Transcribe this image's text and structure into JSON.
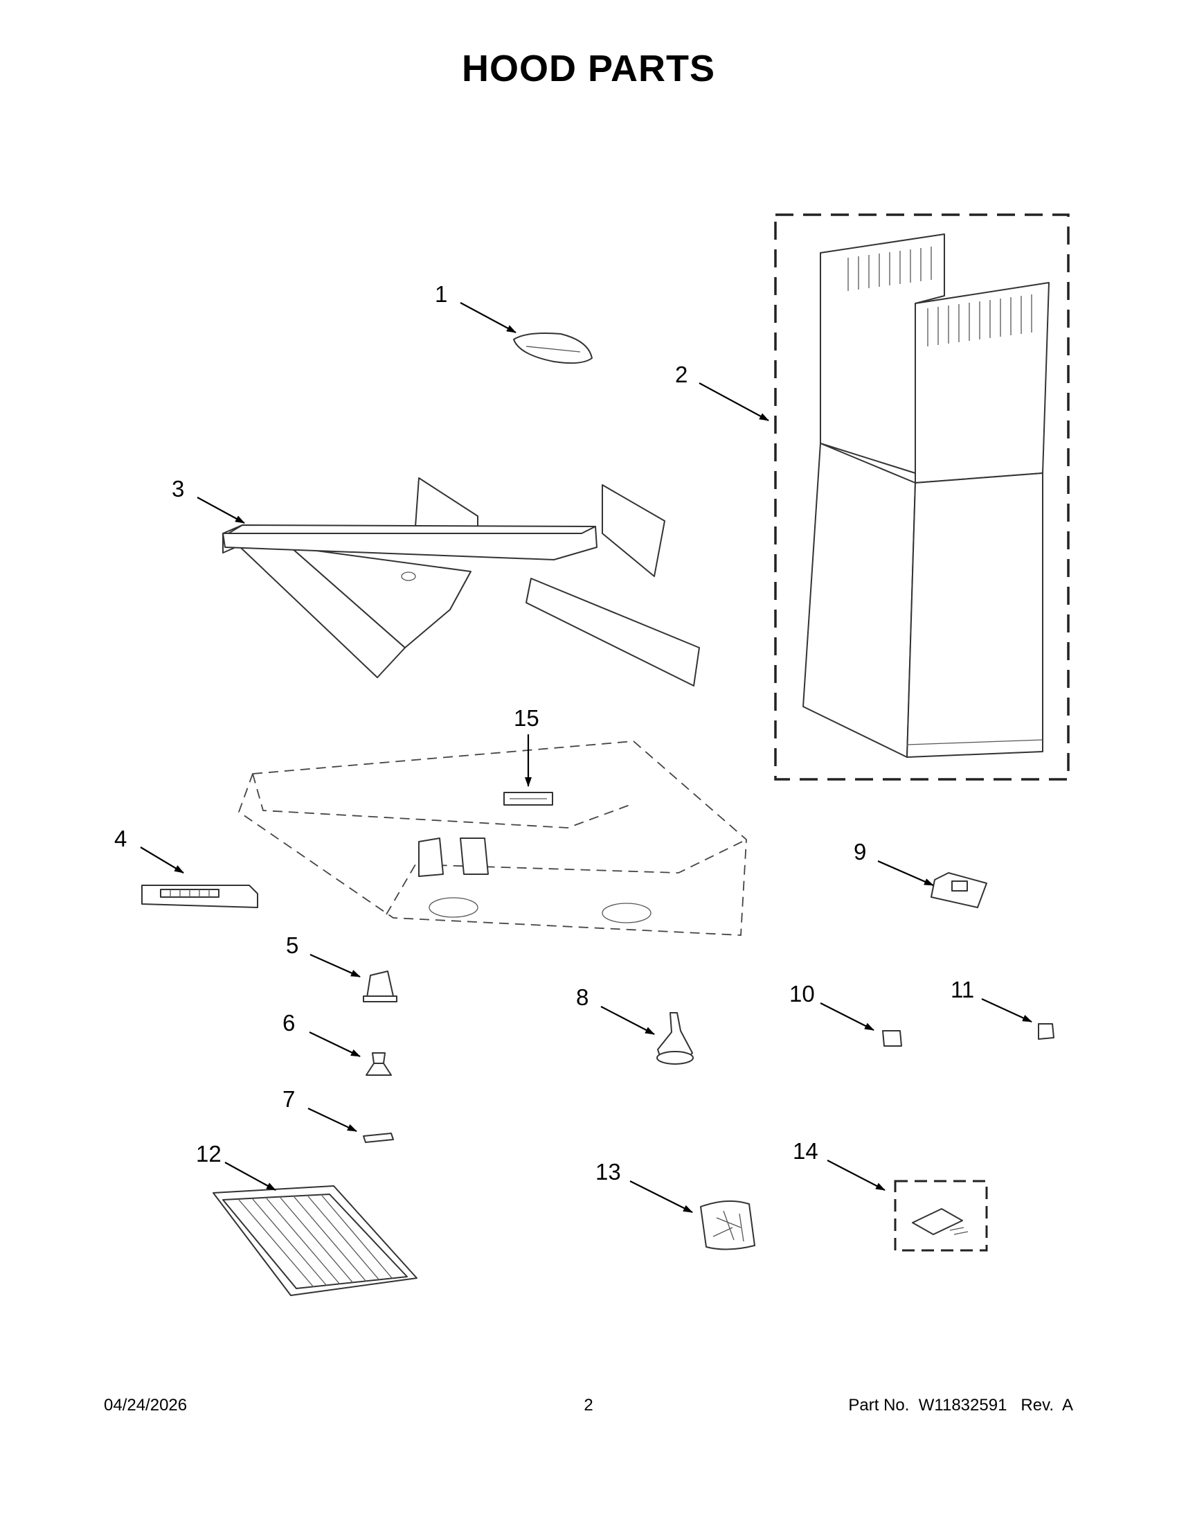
{
  "title": "HOOD PARTS",
  "callouts": [
    {
      "id": "1",
      "label": "1"
    },
    {
      "id": "2",
      "label": "2"
    },
    {
      "id": "3",
      "label": "3"
    },
    {
      "id": "4",
      "label": "4"
    },
    {
      "id": "5",
      "label": "5"
    },
    {
      "id": "6",
      "label": "6"
    },
    {
      "id": "7",
      "label": "7"
    },
    {
      "id": "8",
      "label": "8"
    },
    {
      "id": "9",
      "label": "9"
    },
    {
      "id": "10",
      "label": "10"
    },
    {
      "id": "11",
      "label": "11"
    },
    {
      "id": "12",
      "label": "12"
    },
    {
      "id": "13",
      "label": "13"
    },
    {
      "id": "14",
      "label": "14"
    },
    {
      "id": "15",
      "label": "15"
    }
  ],
  "footer": {
    "date": "04/24/2026",
    "page": "2",
    "part": "Part No.  W11832591   Rev.  A"
  }
}
